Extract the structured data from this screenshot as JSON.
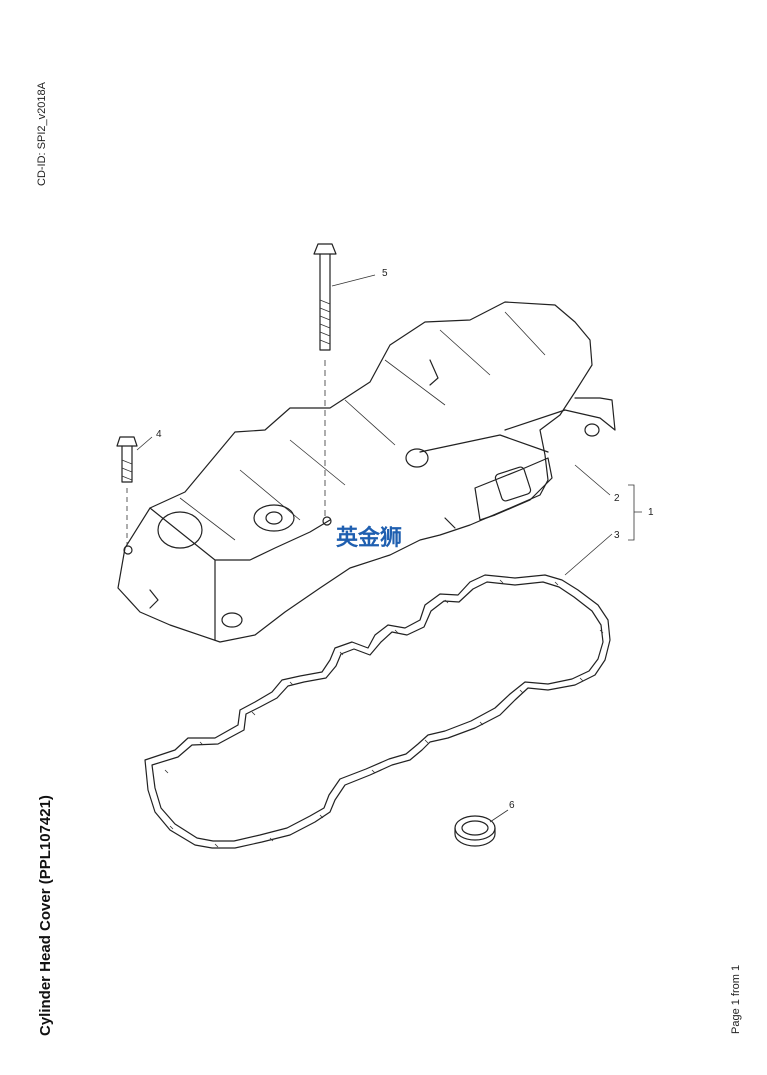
{
  "header": {
    "cd_id": "CD-ID: SPI2_v2018A"
  },
  "title": "Cylinder Head Cover (PPL107421)",
  "footer": {
    "page_info": "Page 1 from 1"
  },
  "watermark": "英金狮",
  "callouts": {
    "c1": "1",
    "c2": "2",
    "c3": "3",
    "c4": "4",
    "c5": "5",
    "c6": "6"
  }
}
